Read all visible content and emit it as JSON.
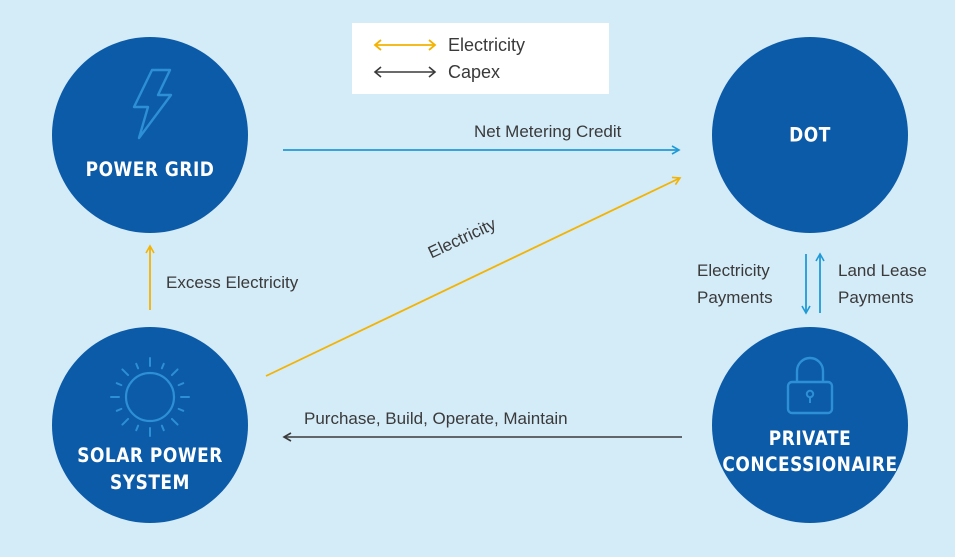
{
  "legend": {
    "items": [
      {
        "label": "Electricity",
        "color": "#f3b300"
      },
      {
        "label": "Capex",
        "color": "#3a3a3a"
      }
    ]
  },
  "nodes": {
    "power_grid": {
      "label": "POWER GRID",
      "icon": "lightning-bolt-icon"
    },
    "dot": {
      "label": "DOT"
    },
    "solar": {
      "line1": "SOLAR POWER",
      "line2": "SYSTEM",
      "icon": "sun-icon"
    },
    "concessionaire": {
      "line1": "PRIVATE",
      "line2": "CONCESSIONAIRE",
      "icon": "padlock-icon"
    }
  },
  "edges": {
    "net_metering": "Net Metering Credit",
    "electricity_diag": "Electricity",
    "excess": "Excess Electricity",
    "elec_payments_1": "Electricity",
    "elec_payments_2": "Payments",
    "land_lease_1": "Land Lease",
    "land_lease_2": "Payments",
    "purchase": "Purchase, Build, Operate, Maintain"
  },
  "colors": {
    "background": "#d4ebf8",
    "node": "#0c5ba8",
    "electricity": "#f3b300",
    "capex": "#3a3a3a",
    "payment_arrow": "#1f9ad6",
    "icon_stroke": "#2d8fd6"
  }
}
